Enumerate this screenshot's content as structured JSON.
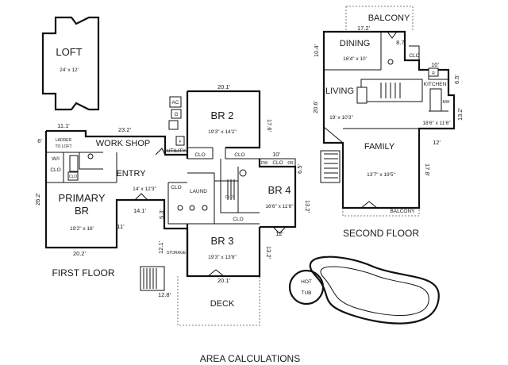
{
  "loft": {
    "name": "LOFT",
    "size": "24' x 12'"
  },
  "first_floor": {
    "title": "FIRST FLOOR",
    "primary_br": {
      "name": "PRIMARY BR",
      "size": "19'2\" x 18'"
    },
    "entry": {
      "name": "ENTRY",
      "size": "14' x 12'3\""
    },
    "work_shop": "WORK SHOP",
    "ladder": "LADDER TO LOFT",
    "wi_clo": "W/I CLO",
    "utility": "UTILITY",
    "laund": "LAUND",
    "storage": "STORAGE",
    "br2": {
      "name": "BR 2",
      "size": "19'3\" x 14'2\""
    },
    "br3": {
      "name": "BR 3",
      "size": "19'3\" x 13'8\""
    },
    "br4": {
      "name": "BR 4",
      "size": "16'6\" x 11'6\""
    },
    "deck": "DECK",
    "clo": "CLO",
    "ac": "AC",
    "g": "G",
    "f": "F",
    "dw": "DW",
    "dr": "DR",
    "dims": {
      "d111": "11.1'",
      "d232": "23.2'",
      "d6": "6'",
      "d262": "26.2'",
      "d202": "20.2'",
      "d141": "14.1'",
      "d53": "5.3'",
      "d11": "11'",
      "d201_top": "20.1'",
      "d176": "17.6'",
      "d10": "10'",
      "d65": "6.5'",
      "d132a": "13.2'",
      "d12": "12'",
      "d132b": "13.2'",
      "d121": "12.1'",
      "d201_bot": "20.1'",
      "d128": "12.8'"
    }
  },
  "second_floor": {
    "title": "SECOND FLOOR",
    "balcony_top": "BALCONY",
    "dining": {
      "name": "DINING",
      "size": "16'4\" x 10'"
    },
    "living": {
      "name": "LIVING",
      "size": "19' x 10'3\""
    },
    "family": {
      "name": "FAMILY",
      "size": "13'7\" x 19'5\""
    },
    "kitchen": "KITCHEN",
    "balcony_bottom": "BALCONY",
    "clo": "CLO",
    "r": "R",
    "mw": "MW",
    "dims": {
      "d172": "17.2'",
      "d87": "8.7'",
      "d104": "10.4'",
      "d10": "10'",
      "d65": "6.5'",
      "d206": "20.6'",
      "d132": "13.2'",
      "d186": "18'6\" x 11'6\"",
      "d12": "12'",
      "d178": "17.8'"
    }
  },
  "hot_tub": {
    "line1": "HOT",
    "line2": "TUB"
  },
  "footer": "AREA CALCULATIONS"
}
